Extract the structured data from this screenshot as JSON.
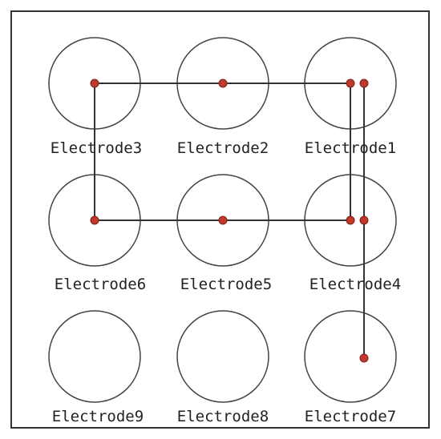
{
  "colors": {
    "frame": "#333333",
    "circle": "#444444",
    "wire": "#333333",
    "node": "#c0392b",
    "node_stroke": "#7a1f17",
    "text": "#222222"
  },
  "electrodes": [
    {
      "id": "e1",
      "label": "Electrode1"
    },
    {
      "id": "e2",
      "label": "Electrode2"
    },
    {
      "id": "e3",
      "label": "Electrode3"
    },
    {
      "id": "e4",
      "label": "Electrode4"
    },
    {
      "id": "e5",
      "label": "Electrode5"
    },
    {
      "id": "e6",
      "label": "Electrode6"
    },
    {
      "id": "e7",
      "label": "Electrode7"
    },
    {
      "id": "e8",
      "label": "Electrode8"
    },
    {
      "id": "e9",
      "label": "Electrode9"
    }
  ],
  "connections": [
    {
      "id": "path-a",
      "through": [
        "e6",
        "e3",
        "e2",
        "e1",
        "e4",
        "e5",
        "e6"
      ]
    },
    {
      "id": "path-b",
      "through": [
        "e1",
        "e4",
        "e7"
      ]
    }
  ]
}
